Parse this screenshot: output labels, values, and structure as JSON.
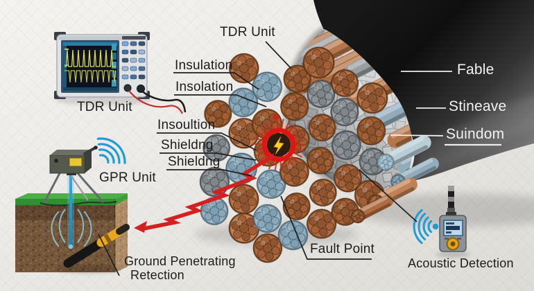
{
  "labels": {
    "tdr_device": "TDR Unit",
    "tdr_cable": "TDR Unit",
    "insulation": "Insulation",
    "insolation": "Insolation",
    "insoultion": "Insoultion",
    "shieldng_1": "Shieldng",
    "shieldng_2": "Shieldng",
    "fable": "Fable",
    "stineave": "Stineave",
    "suindom": "Suindom",
    "fault_point": "Fault Point",
    "gpr_unit": "GPR Unit",
    "ground_penetrating_line1": "Ground Penetrating",
    "ground_penetrating_line2": "Retection",
    "acoustic_detection": "Acoustic Detection"
  },
  "colors": {
    "accent_red": "#d61f1f",
    "wifi_blue": "#1e9cd8",
    "copper": "#b5774a",
    "bolt_yellow": "#ffd21e",
    "cable_black": "#141414",
    "foil_silver": "#c6c8ca",
    "soil_brown": "#8a6847",
    "grass_green": "#3f9e3c",
    "background": "#eae9e6"
  }
}
